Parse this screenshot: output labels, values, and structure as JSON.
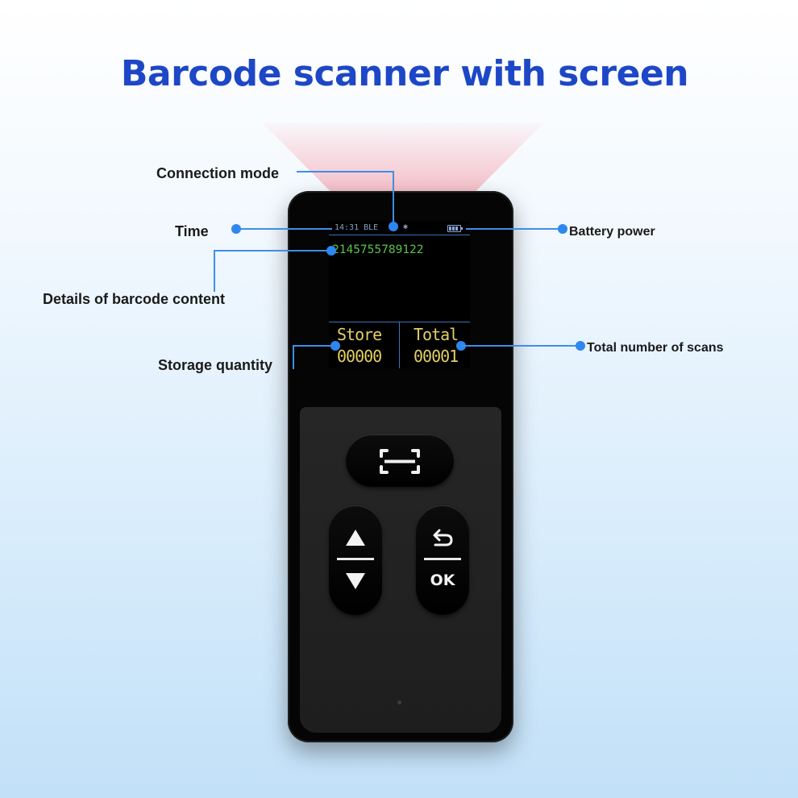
{
  "title": "Barcode scanner with screen",
  "colors": {
    "title": "#1d47c6",
    "accent": "#2e86f0",
    "barcode_text": "#5ac24a",
    "counter_text": "#e2d064"
  },
  "screen": {
    "time": "14:31",
    "mode": "BLE",
    "bluetooth_icon": "bluetooth-icon",
    "battery_icon": "battery-icon",
    "barcode": "2145755789122",
    "store_label": "Store",
    "store_value": "00000",
    "total_label": "Total",
    "total_value": "00001"
  },
  "callouts": {
    "connection_mode": "Connection mode",
    "time": "Time",
    "battery_power": "Battery power",
    "barcode_details": "Details of barcode content",
    "storage_quantity": "Storage quantity",
    "total_scans": "Total number of scans"
  },
  "buttons": {
    "scan_icon": "scan-icon",
    "up_icon": "triangle-up-icon",
    "down_icon": "triangle-down-icon",
    "return_icon": "return-arrow-icon",
    "ok_label": "OK"
  }
}
